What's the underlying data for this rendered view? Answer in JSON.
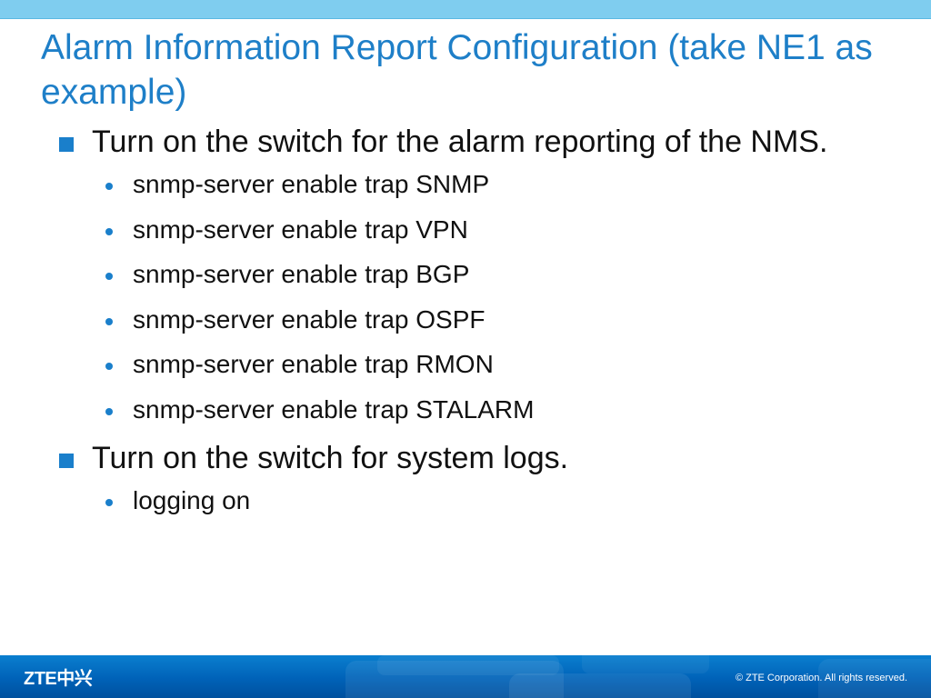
{
  "slide": {
    "title": "Alarm Information Report Configuration (take NE1 as example)",
    "bullets": [
      {
        "text": "Turn on the switch for the alarm reporting of the NMS.",
        "sub": [
          "snmp-server enable trap SNMP",
          "snmp-server enable trap VPN",
          "snmp-server enable trap BGP",
          "snmp-server enable trap OSPF",
          "snmp-server enable trap RMON",
          "snmp-server enable trap STALARM"
        ]
      },
      {
        "text": "Turn on the switch for system logs.",
        "sub": [
          "logging on"
        ]
      }
    ]
  },
  "footer": {
    "logo": "ZTE中兴",
    "copyright": "© ZTE Corporation. All rights reserved."
  },
  "colors": {
    "title": "#1e7fc8",
    "bullet": "#1a7fcb",
    "top_band": "#7fcdef",
    "footer": "#0062b8"
  }
}
